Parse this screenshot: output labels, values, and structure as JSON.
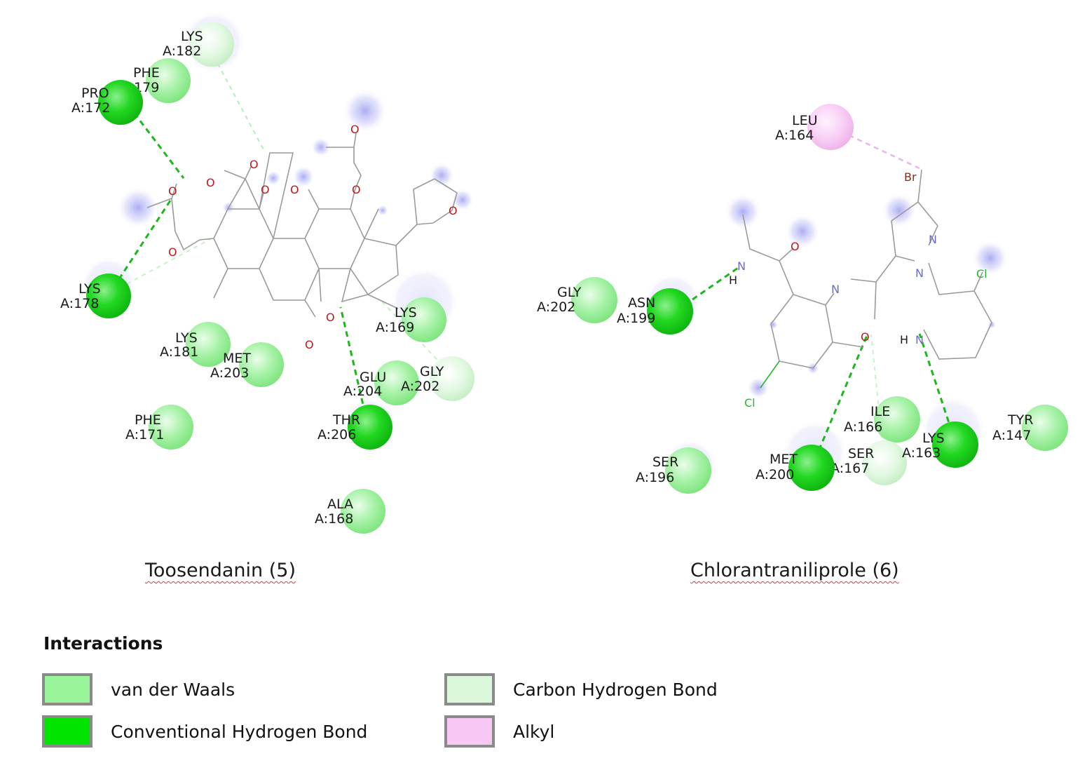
{
  "left": {
    "caption": "Toosendanin (5)",
    "residues": [
      {
        "id": "lys182",
        "name": "LYS",
        "num": "A:182",
        "type": "chb"
      },
      {
        "id": "phe179",
        "name": "PHE",
        "num": "A:179",
        "type": "vdw"
      },
      {
        "id": "pro172",
        "name": "PRO",
        "num": "A:172",
        "type": "chb-conv"
      },
      {
        "id": "lys178",
        "name": "LYS",
        "num": "A:178",
        "type": "conv"
      },
      {
        "id": "lys181",
        "name": "LYS",
        "num": "A:181",
        "type": "vdw"
      },
      {
        "id": "met203",
        "name": "MET",
        "num": "A:203",
        "type": "vdw"
      },
      {
        "id": "phe171",
        "name": "PHE",
        "num": "A:171",
        "type": "vdw"
      },
      {
        "id": "lys169",
        "name": "LYS",
        "num": "A:169",
        "type": "vdw"
      },
      {
        "id": "glu204",
        "name": "GLU",
        "num": "A:204",
        "type": "vdw"
      },
      {
        "id": "gly202",
        "name": "GLY",
        "num": "A:202",
        "type": "chb"
      },
      {
        "id": "thr206",
        "name": "THR",
        "num": "A:206",
        "type": "conv"
      },
      {
        "id": "ala168",
        "name": "ALA",
        "num": "A:168",
        "type": "vdw"
      }
    ]
  },
  "right": {
    "caption": "Chlorantraniliprole (6)",
    "residues": [
      {
        "id": "leu164",
        "name": "LEU",
        "num": "A:164",
        "type": "alkyl"
      },
      {
        "id": "gly202r",
        "name": "GLY",
        "num": "A:202",
        "type": "vdw"
      },
      {
        "id": "asn199",
        "name": "ASN",
        "num": "A:199",
        "type": "conv"
      },
      {
        "id": "ile166",
        "name": "ILE",
        "num": "A:166",
        "type": "vdw"
      },
      {
        "id": "ser167",
        "name": "SER",
        "num": "A:167",
        "type": "chb"
      },
      {
        "id": "lys163",
        "name": "LYS",
        "num": "A:163",
        "type": "conv"
      },
      {
        "id": "tyr147",
        "name": "TYR",
        "num": "A:147",
        "type": "vdw"
      },
      {
        "id": "ser196",
        "name": "SER",
        "num": "A:196",
        "type": "vdw"
      },
      {
        "id": "met200",
        "name": "MET",
        "num": "A:200",
        "type": "conv"
      }
    ]
  },
  "atoms": {
    "o": "O",
    "n": "N",
    "h": "H",
    "cl": "Cl",
    "br": "Br"
  },
  "legend": {
    "title": "Interactions",
    "items": [
      {
        "label": "van der Waals",
        "color": "#9af59a"
      },
      {
        "label": "Carbon Hydrogen Bond",
        "color": "#dcf8dc"
      },
      {
        "label": "Conventional Hydrogen Bond",
        "color": "#00e400"
      },
      {
        "label": "Alkyl",
        "color": "#f7c8f4"
      }
    ]
  },
  "colors": {
    "vdw": "#9cf09c",
    "conv": "#16d616",
    "chb": "#d2f6d2",
    "alkyl": "#f6c4f1",
    "bond": "#9a9a9a",
    "oxygen": "#c0161a",
    "nitrogen": "#6a6ad0",
    "chlorine": "#25b82a",
    "bromine": "#8b2a1a",
    "hbond_line": "#1bb81b",
    "chb_line": "#b8ecb8",
    "alkyl_line": "#e9b5e6",
    "halo": "#a8a8f0"
  }
}
